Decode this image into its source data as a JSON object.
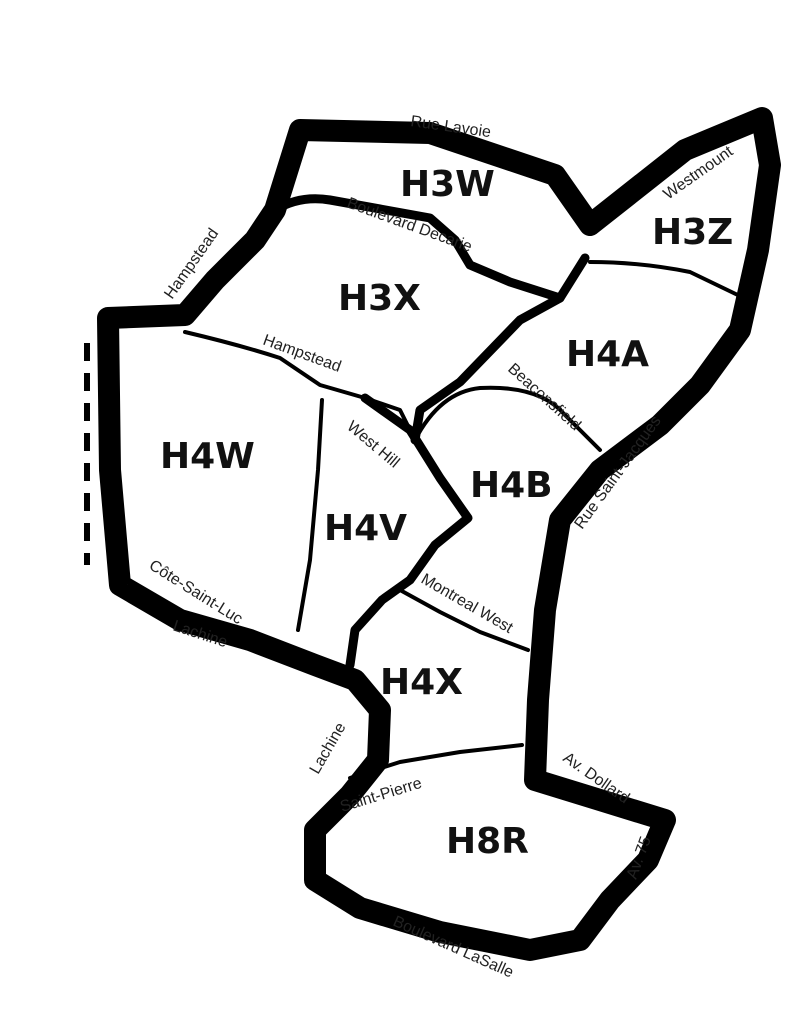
{
  "map": {
    "zones": [
      {
        "id": "h3w",
        "code": "H3W"
      },
      {
        "id": "h3x",
        "code": "H3X"
      },
      {
        "id": "h3z",
        "code": "H3Z"
      },
      {
        "id": "h4a",
        "code": "H4A"
      },
      {
        "id": "h4w",
        "code": "H4W"
      },
      {
        "id": "h4b",
        "code": "H4B"
      },
      {
        "id": "h4v",
        "code": "H4V"
      },
      {
        "id": "h4x",
        "code": "H4X"
      },
      {
        "id": "h8r",
        "code": "H8R"
      }
    ],
    "streets": [
      {
        "id": "rue-lavoie",
        "name": "Rue Lavoie"
      },
      {
        "id": "boulevard-decarie",
        "name": "Boulevard Decarie"
      },
      {
        "id": "westmount",
        "name": "Westmount"
      },
      {
        "id": "hampstead-nw",
        "name": "Hampstead"
      },
      {
        "id": "hampstead-mid",
        "name": "Hampstead"
      },
      {
        "id": "beaconsfield",
        "name": "Beaconsfield"
      },
      {
        "id": "west-hill",
        "name": "West Hill"
      },
      {
        "id": "rue-saint-jacques",
        "name": "Rue Saint-Jacques"
      },
      {
        "id": "cote-saint-luc",
        "name": "Côte-Saint-Luc"
      },
      {
        "id": "lachine-1",
        "name": "Lachine"
      },
      {
        "id": "montreal-west",
        "name": "Montreal West"
      },
      {
        "id": "lachine-2",
        "name": "Lachine"
      },
      {
        "id": "saint-pierre",
        "name": "Saint-Pierre"
      },
      {
        "id": "av-dollard",
        "name": "Av. Dollard"
      },
      {
        "id": "av-75",
        "name": "Av. 75"
      },
      {
        "id": "boulevard-lasalle",
        "name": "Boulevard LaSalle"
      }
    ]
  }
}
